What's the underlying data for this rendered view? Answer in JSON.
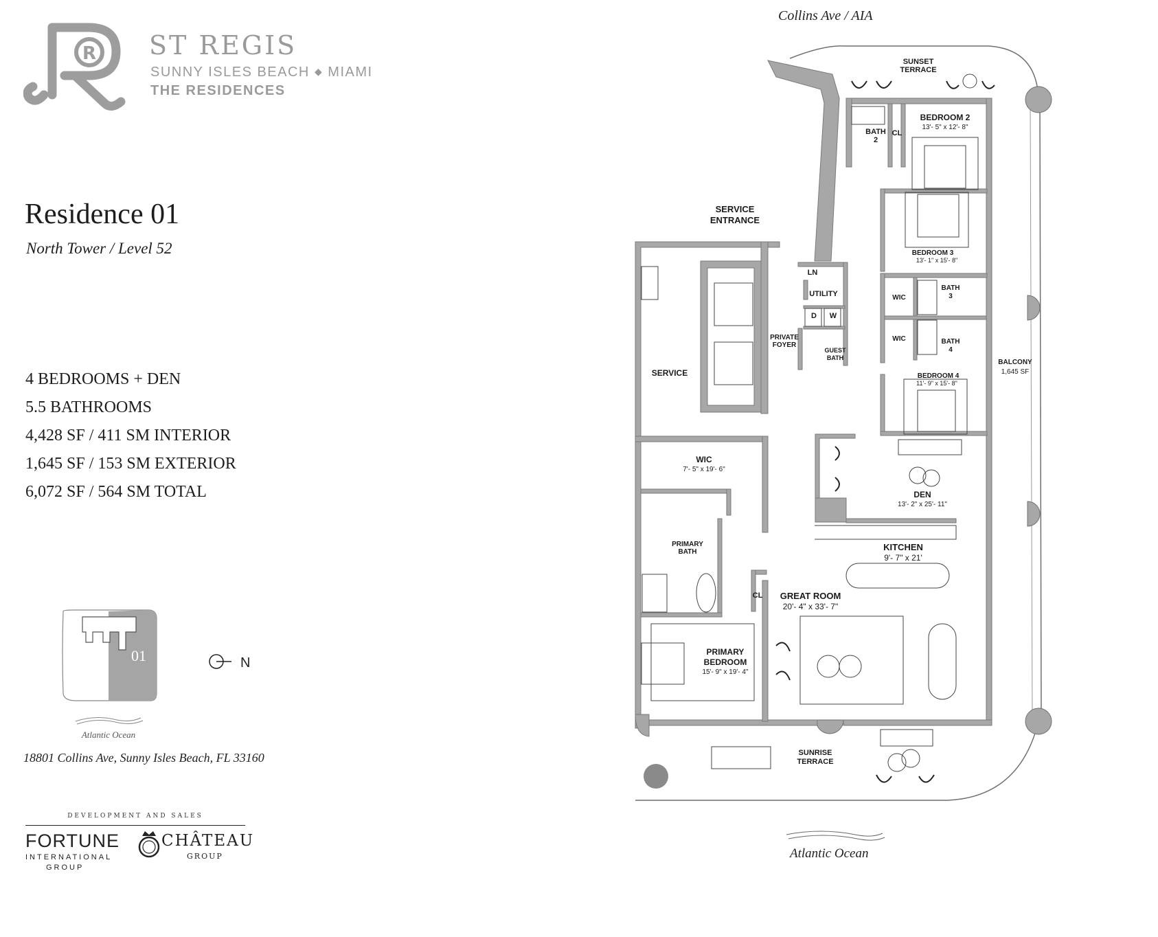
{
  "brand": {
    "monogram": "R",
    "name": "ST REGIS",
    "location_left": "SUNNY ISLES BEACH",
    "location_right": "MIAMI",
    "residences": "THE RESIDENCES"
  },
  "residence": {
    "title": "Residence 01",
    "subtitle": "North Tower / Level 52"
  },
  "specs": [
    "4 BEDROOMS + DEN",
    "5.5 BATHROOMS",
    "4,428 SF / 411 SM INTERIOR",
    "1,645 SF / 153 SM EXTERIOR",
    "6,072 SF / 564 SM TOTAL"
  ],
  "keyplan": {
    "unit_label": "01",
    "north_label": "N",
    "ocean_label": "Atlantic Ocean"
  },
  "address": "18801 Collins Ave, Sunny Isles Beach, FL 33160",
  "developers": {
    "heading": "DEVELOPMENT AND SALES",
    "fortune_name": "FORTUNE",
    "fortune_sub1": "INTERNATIONAL",
    "fortune_sub2": "GROUP",
    "chateau_name": "CHÂTEAU",
    "chateau_sub": "GROUP"
  },
  "floorplan": {
    "street_label": "Collins Ave / AIA",
    "ocean_label": "Atlantic Ocean",
    "rooms": {
      "sunset_terrace_1": "SUNSET",
      "sunset_terrace_2": "TERRACE",
      "bedroom2": "BEDROOM 2",
      "bedroom2_dim": "13'- 5\" x 12'- 8\"",
      "bath2_1": "BATH",
      "bath2_2": "2",
      "cl_top": "CL",
      "service_entrance_1": "SERVICE",
      "service_entrance_2": "ENTRANCE",
      "bedroom3": "BEDROOM 3",
      "bedroom3_dim": "13'- 1\" x 15'- 8\"",
      "ln": "LN",
      "utility": "UTILITY",
      "d": "D",
      "w": "W",
      "wic_a": "WIC",
      "bath3_1": "BATH",
      "bath3_2": "3",
      "wic_b": "WIC",
      "bath4_1": "BATH",
      "bath4_2": "4",
      "private_foyer_1": "PRIVATE",
      "private_foyer_2": "FOYER",
      "guest_bath_1": "GUEST",
      "guest_bath_2": "BATH",
      "balcony": "BALCONY",
      "balcony_sf": "1,645 SF",
      "service": "SERVICE",
      "bedroom4": "BEDROOM 4",
      "bedroom4_dim": "11'- 9\" x 15'- 8\"",
      "wic_primary": "WIC",
      "wic_primary_dim": "7'- 5\" x 19'- 6\"",
      "den": "DEN",
      "den_dim": "13'- 2\" x 25'- 11\"",
      "primary_bath_1": "PRIMARY",
      "primary_bath_2": "BATH",
      "kitchen": "KITCHEN",
      "kitchen_dim": "9'- 7\" x 21'",
      "cl_mid": "CL",
      "great_room": "GREAT ROOM",
      "great_room_dim": "20'- 4\" x 33'- 7\"",
      "primary_bedroom_1": "PRIMARY",
      "primary_bedroom_2": "BEDROOM",
      "primary_bedroom_dim": "15'- 9\" x 19'- 4\"",
      "sunrise_terrace_1": "SUNRISE",
      "sunrise_terrace_2": "TERRACE"
    }
  },
  "colors": {
    "wall": "#a7a7a7",
    "logo_gray": "#9a9a9a",
    "text": "#1d1d1d"
  }
}
